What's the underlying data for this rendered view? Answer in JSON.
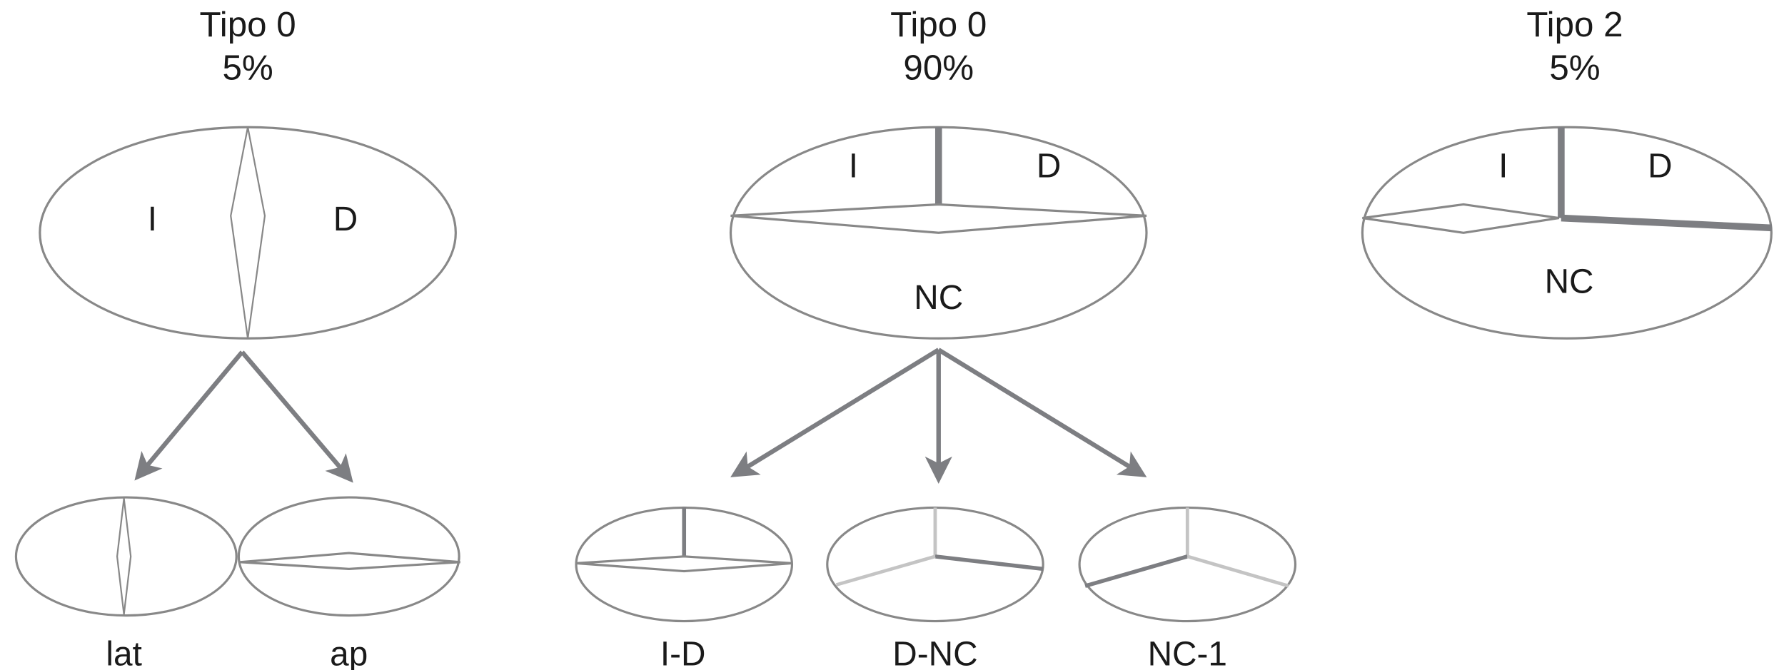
{
  "groups": [
    {
      "title": "Tipo 0",
      "percent": "5%",
      "regions": [
        "I",
        "D"
      ],
      "subtypes": [
        "lat",
        "ap"
      ]
    },
    {
      "title": "Tipo 0",
      "percent": "90%",
      "regions": [
        "I",
        "D",
        "NC"
      ],
      "subtypes": [
        "I-D",
        "D-NC",
        "NC-1"
      ]
    },
    {
      "title": "Tipo 2",
      "percent": "5%",
      "regions": [
        "I",
        "D",
        "NC"
      ]
    }
  ],
  "colors": {
    "outline": "#888888",
    "fused": "#7d7e82",
    "light": "#c4c4c4"
  }
}
